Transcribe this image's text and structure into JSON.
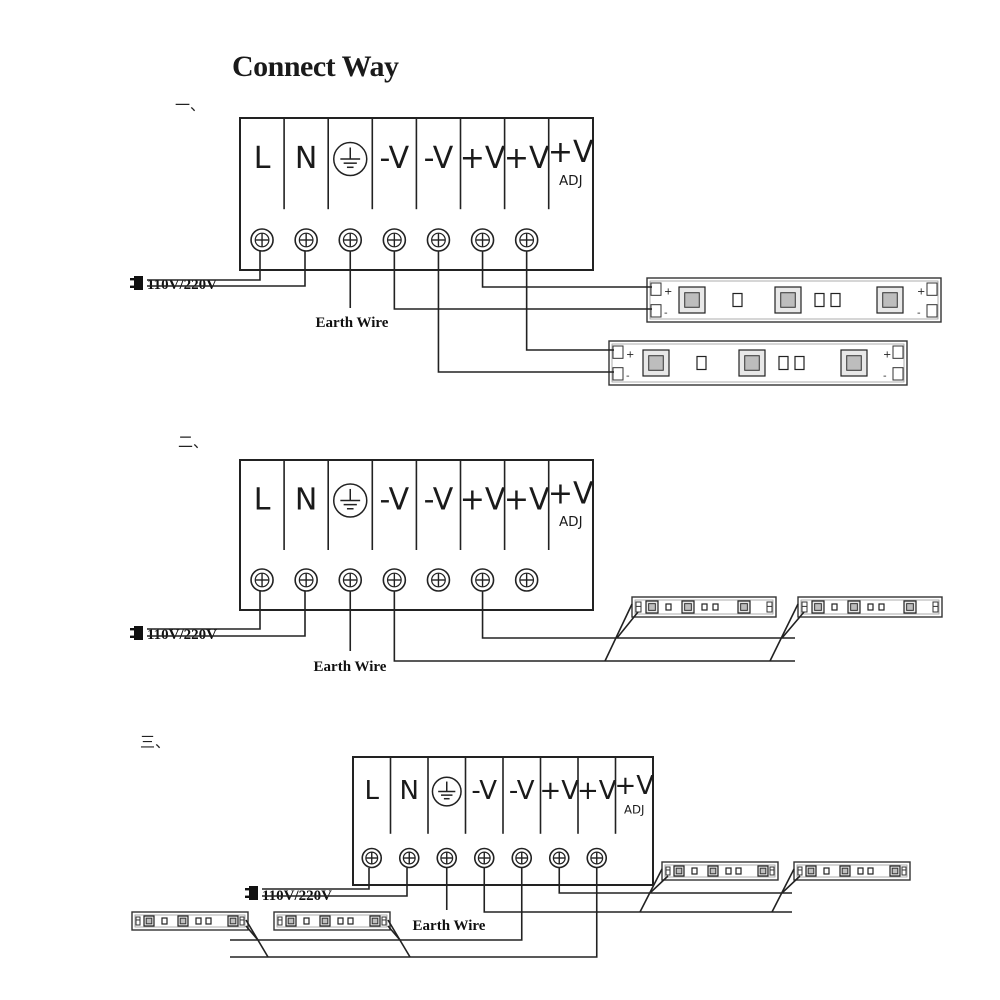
{
  "title": "Connect Way",
  "diagrams": [
    {
      "number": "一、",
      "terminals": [
        {
          "label": "L",
          "sub": ""
        },
        {
          "label": "N",
          "sub": ""
        },
        {
          "label": "earth-symbol",
          "sub": ""
        },
        {
          "label": "-V",
          "sub": ""
        },
        {
          "label": "-V",
          "sub": ""
        },
        {
          "label": "+V",
          "sub": ""
        },
        {
          "label": "+V",
          "sub": ""
        },
        {
          "label": "+V",
          "sub": "ADJ"
        }
      ],
      "input_label": "110V/220V",
      "earth_label": "Earth Wire",
      "strip_pad_plus": "+",
      "strip_pad_minus": "-"
    },
    {
      "number": "二、",
      "terminals": [
        {
          "label": "L",
          "sub": ""
        },
        {
          "label": "N",
          "sub": ""
        },
        {
          "label": "earth-symbol",
          "sub": ""
        },
        {
          "label": "-V",
          "sub": ""
        },
        {
          "label": "-V",
          "sub": ""
        },
        {
          "label": "+V",
          "sub": ""
        },
        {
          "label": "+V",
          "sub": ""
        },
        {
          "label": "+V",
          "sub": "ADJ"
        }
      ],
      "input_label": "110V/220V",
      "earth_label": "Earth Wire"
    },
    {
      "number": "三、",
      "terminals": [
        {
          "label": "L",
          "sub": ""
        },
        {
          "label": "N",
          "sub": ""
        },
        {
          "label": "earth-symbol",
          "sub": ""
        },
        {
          "label": "-V",
          "sub": ""
        },
        {
          "label": "-V",
          "sub": ""
        },
        {
          "label": "+V",
          "sub": ""
        },
        {
          "label": "+V",
          "sub": ""
        },
        {
          "label": "+V",
          "sub": "ADJ"
        }
      ],
      "input_label": "110V/220V",
      "earth_label": "Earth Wire"
    }
  ]
}
